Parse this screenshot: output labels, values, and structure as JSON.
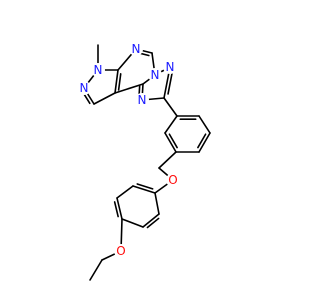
{
  "molecule": {
    "colors": {
      "bond": "#000000",
      "nitrogen": "#1a1aff",
      "oxygen": "#ff0d0d",
      "background": "#ffffff"
    },
    "atom_labels": {
      "n_methyl": "N",
      "n_pyrazole": "N",
      "n_pyrimidine_a": "N",
      "n_fused": "N",
      "n_triazole_top": "N",
      "n_triazole_bottom": "N",
      "o_ether": "O",
      "o_ethoxy": "O"
    }
  }
}
